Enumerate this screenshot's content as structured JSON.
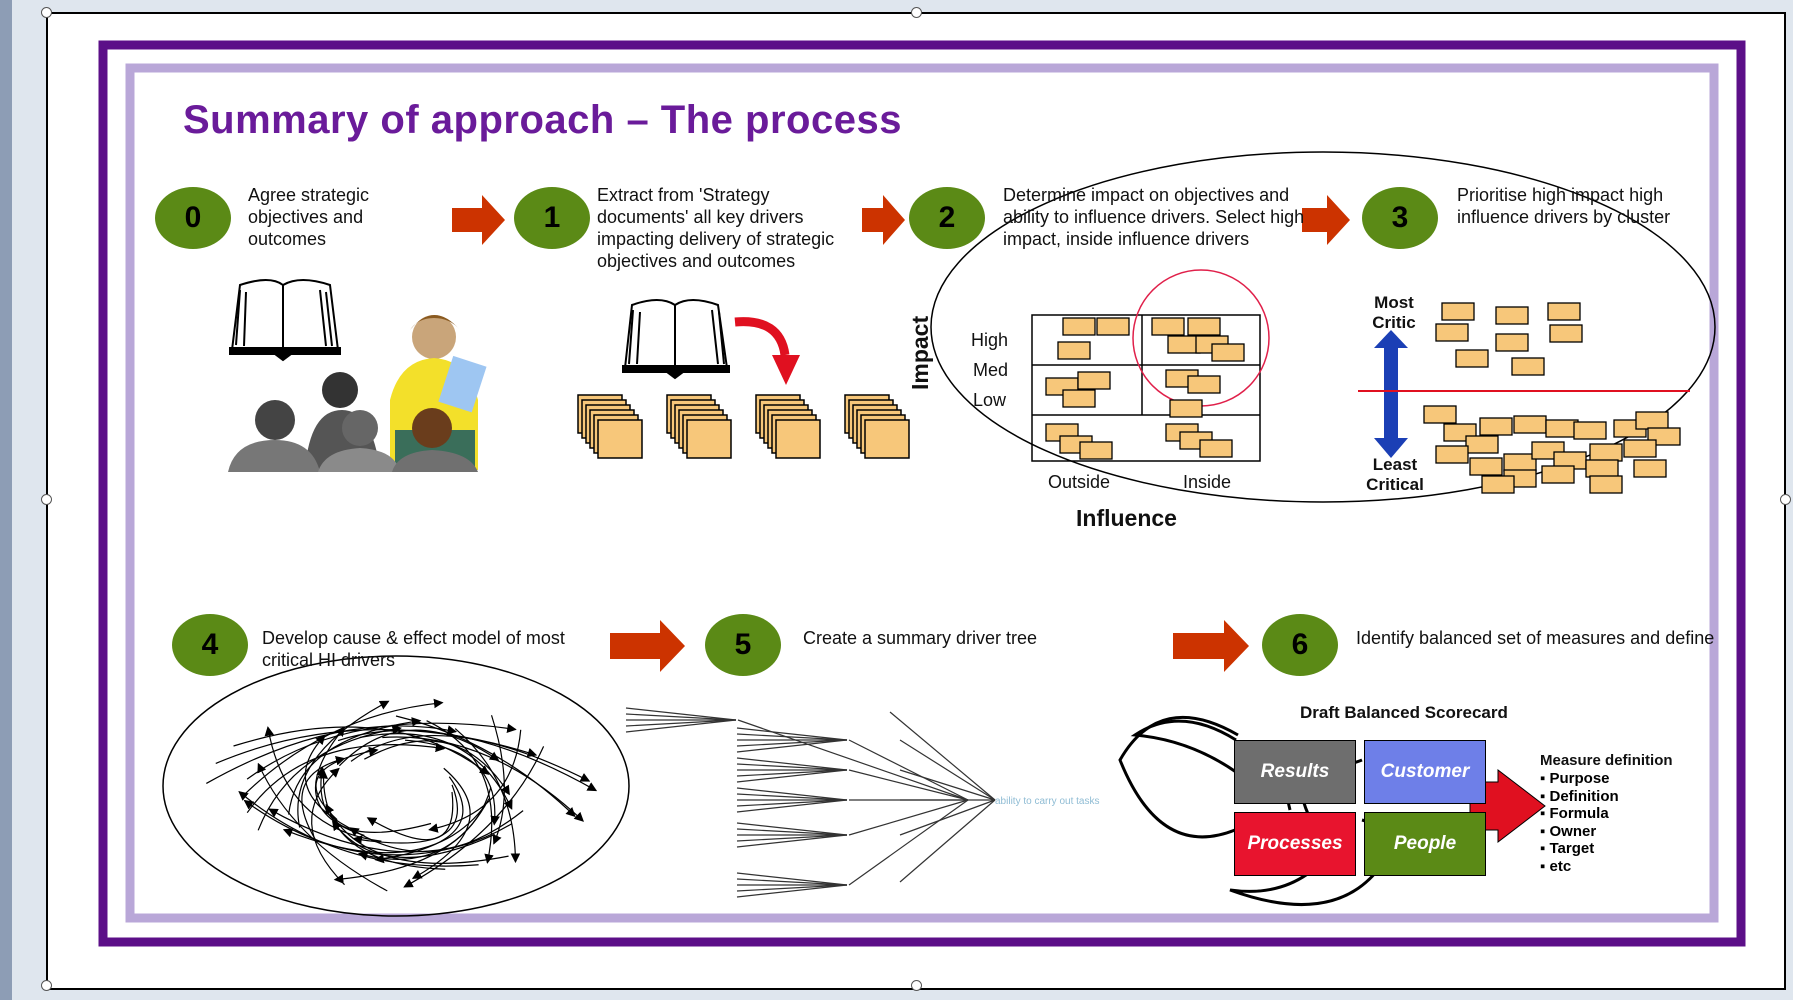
{
  "title": "Summary of approach – The process",
  "colors": {
    "frame_purple": "#5c0f88",
    "inner_frame": "#b9a7d8",
    "step_green": "#5b8a16",
    "arrow_red": "#cc3300",
    "sticky": "#f7c77a"
  },
  "steps": [
    {
      "num": "0",
      "text": "Agree strategic objectives and outcomes"
    },
    {
      "num": "1",
      "text": "Extract from 'Strategy documents' all key drivers impacting delivery of strategic objectives and outcomes"
    },
    {
      "num": "2",
      "text": "Determine impact on objectives and ability to influence drivers. Select high impact, inside influence drivers"
    },
    {
      "num": "3",
      "text": "Prioritise high impact high influence drivers by cluster"
    },
    {
      "num": "4",
      "text": "Develop cause & effect model of most critical HI drivers"
    },
    {
      "num": "5",
      "text": "Create a summary driver tree"
    },
    {
      "num": "6",
      "text": "Identify balanced set of measures and define"
    }
  ],
  "matrix": {
    "y_axis": "Impact",
    "x_axis": "Influence",
    "rows": [
      "High",
      "Med",
      "Low"
    ],
    "cols": [
      "Outside",
      "Inside"
    ]
  },
  "priority": {
    "top": "Most Critic",
    "bottom": "Least Critical"
  },
  "driver_tree_root": "ability to carry out tasks",
  "scorecard": {
    "title": "Draft Balanced Scorecard",
    "quadrants": [
      {
        "label": "Results",
        "color": "#6e6e6e"
      },
      {
        "label": "Customer",
        "color": "#6e7fe8"
      },
      {
        "label": "Processes",
        "color": "#e8142e"
      },
      {
        "label": "People",
        "color": "#5b8a16"
      }
    ],
    "measure_title": "Measure definition",
    "measure_items": [
      "Purpose",
      "Definition",
      "Formula",
      "Owner",
      "Target",
      "etc"
    ]
  },
  "icons": [
    "book-icon",
    "presenter-group-icon",
    "document-stack-icon",
    "red-arrow-icon",
    "double-arrow-icon"
  ]
}
